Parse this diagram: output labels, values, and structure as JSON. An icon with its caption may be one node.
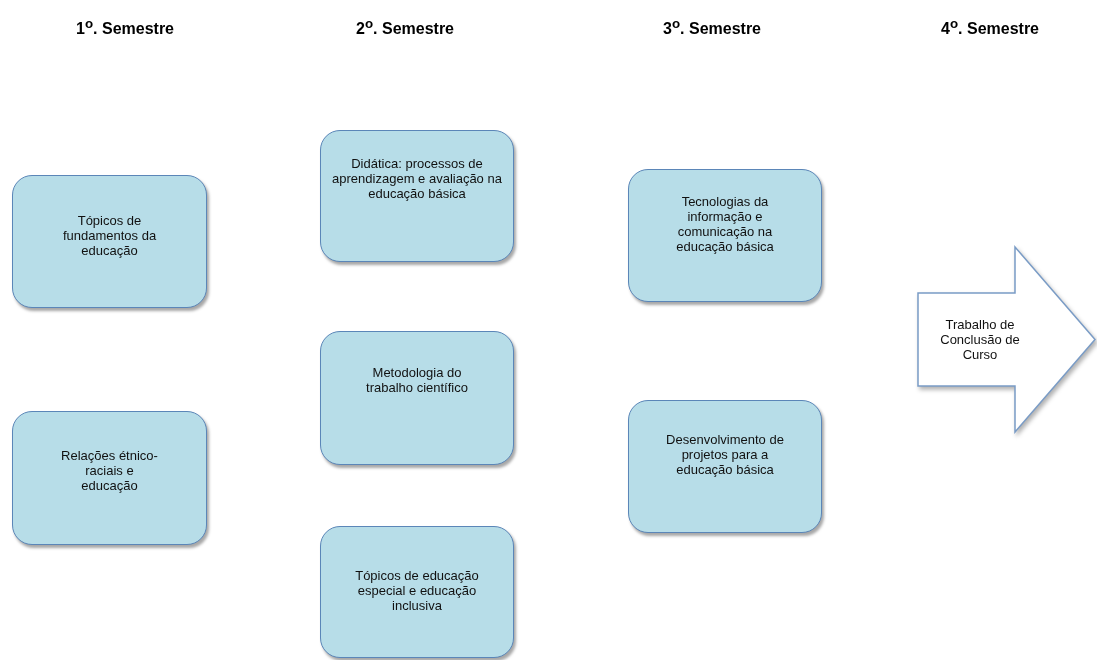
{
  "diagram": {
    "nodes": [
      {
        "text": [
          "Tópicos de fundamentos da educação"
        ]
      },
      {
        "text": [
          "Relações étnico-raciais e educação"
        ]
      },
      {
        "text": [
          "Didática: processos de aprendizagem e avaliação na educação básica"
        ]
      },
      {
        "text": [
          "Metodologia do trabalho científico"
        ]
      },
      {
        "text": [
          "Tópicos de educação especial e educação inclusiva"
        ]
      },
      {
        "text": [
          "Tecnologias da informação e comunicação na educação básica"
        ]
      },
      {
        "text": [
          "Desenvolvimento de projetos para a educação básica"
        ]
      },
      {
        "text": [
          "Trabalho de Conclusão de Curso"
        ]
      }
    ],
    "labels": [
      "1$^{o}$. Semestre",
      "2$^{o}$. Semestre",
      "3$^{o}$. Semestre",
      "4$^{o}$. Semestre"
    ]
  }
}
